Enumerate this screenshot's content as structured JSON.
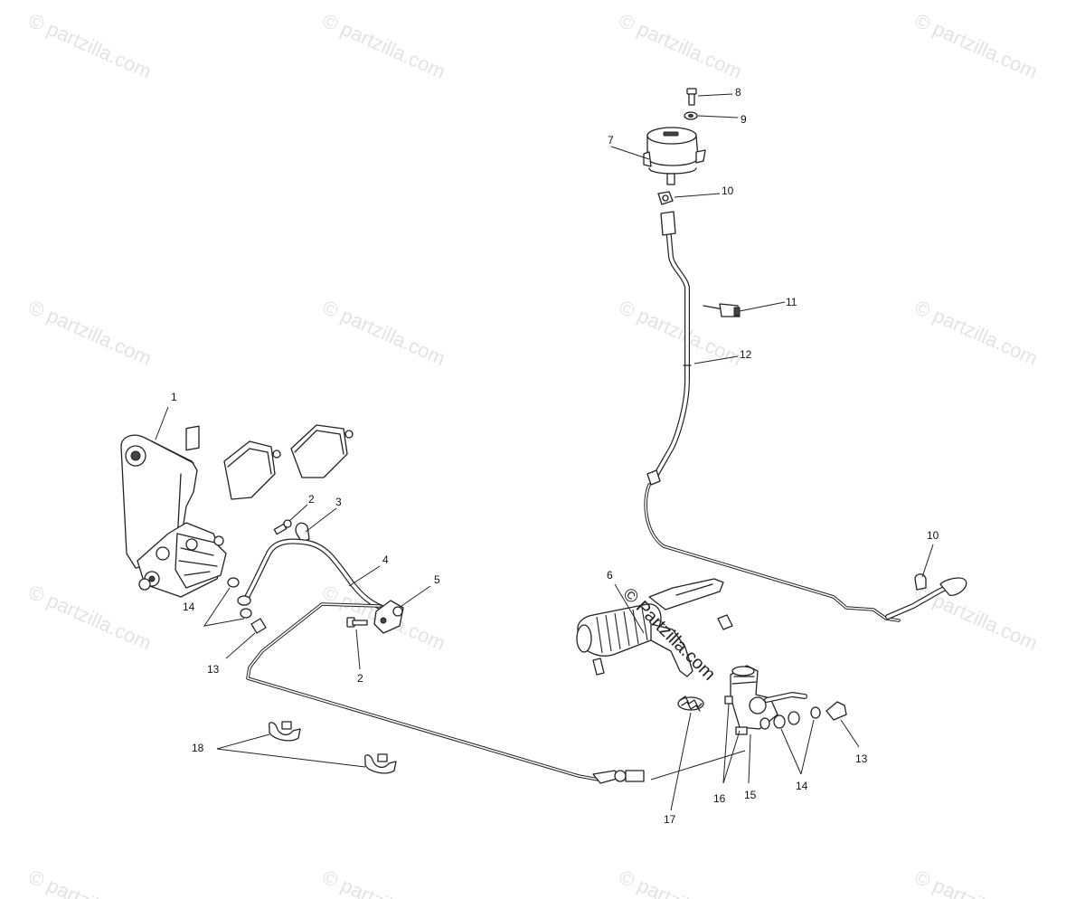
{
  "watermark": {
    "text": "© partzilla.com",
    "overlay_text": "© Partzilla.com"
  },
  "callouts": {
    "c1": "1",
    "c2a": "2",
    "c2b": "2",
    "c3": "3",
    "c4": "4",
    "c5": "5",
    "c6": "6",
    "c7": "7",
    "c8": "8",
    "c9": "9",
    "c10a": "10",
    "c10b": "10",
    "c11": "11",
    "c12": "12",
    "c13a": "13",
    "c13b": "13",
    "c14a": "14",
    "c14b": "14",
    "c15": "15",
    "c16": "16",
    "c17": "17",
    "c18": "18"
  },
  "colors": {
    "line": "#222222",
    "watermark": "#e3e3e3",
    "background": "#ffffff"
  }
}
